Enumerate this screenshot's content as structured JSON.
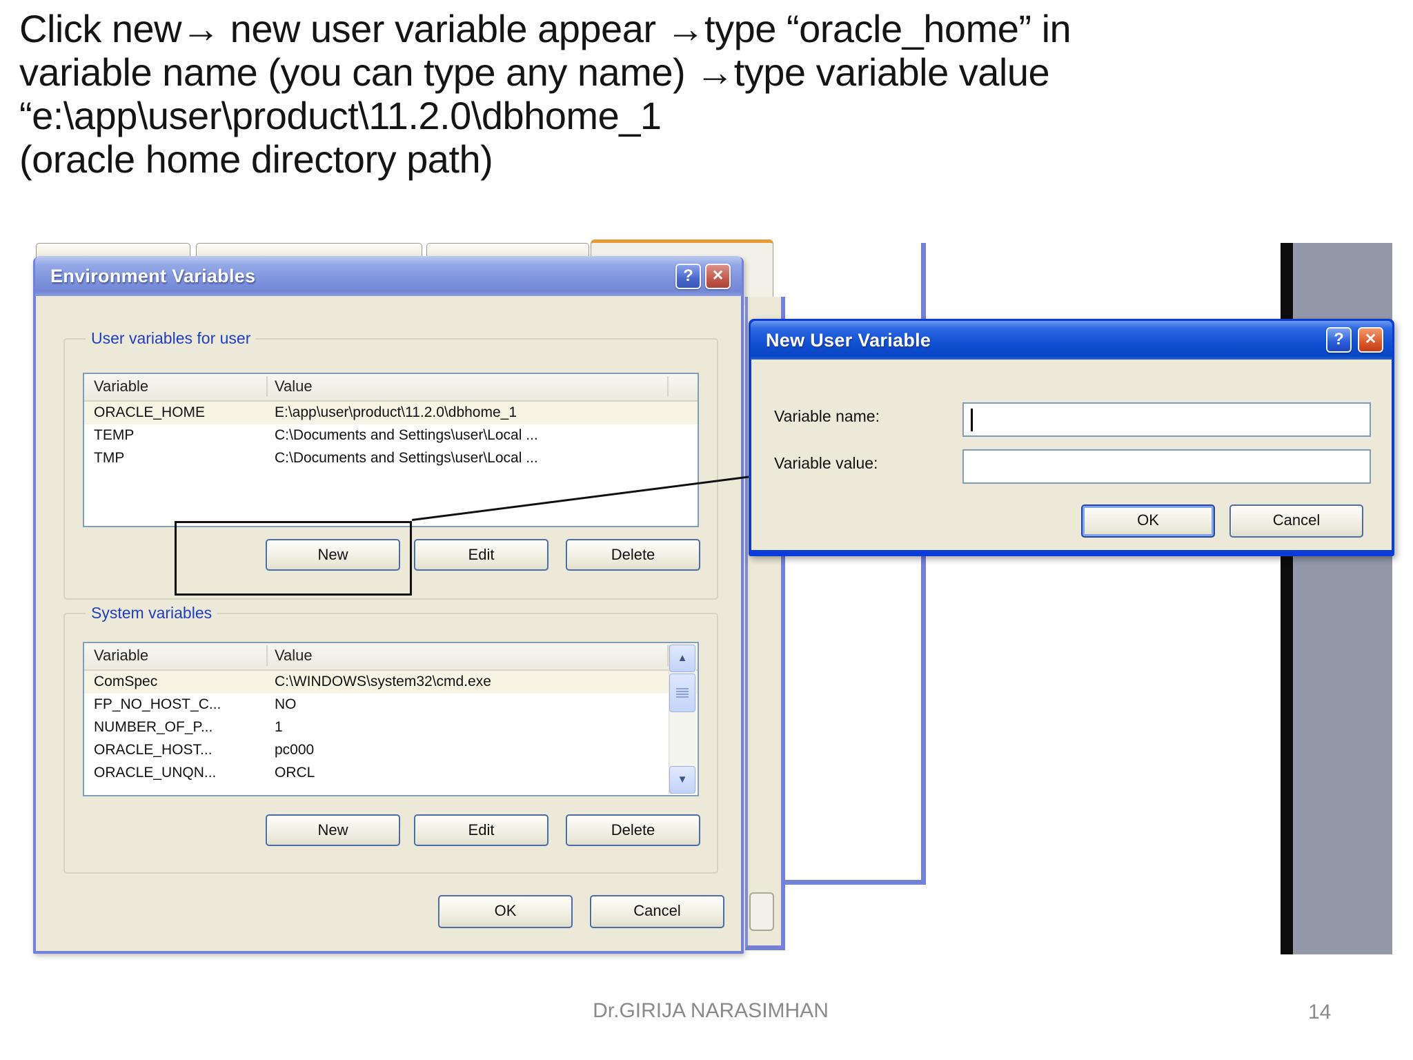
{
  "slide": {
    "title_lines": [
      "Click new→ new user variable appear →type “oracle_home” in",
      "variable name (you can type any name) →type variable value",
      "“e:\\app\\user\\product\\11.2.0\\dbhome_1",
      "(oracle home directory path)"
    ],
    "footer_author": "Dr.GIRIJA NARASIMHAN",
    "footer_page": "14"
  },
  "glyphs": {
    "help": "?",
    "close": "✕",
    "scroll_up": "▲",
    "scroll_down": "▼"
  },
  "env_dialog": {
    "title": "Environment Variables",
    "user_group": {
      "legend": "User variables for user",
      "columns": [
        "Variable",
        "Value"
      ],
      "rows": [
        {
          "name": "ORACLE_HOME",
          "value": "E:\\app\\user\\product\\11.2.0\\dbhome_1"
        },
        {
          "name": "TEMP",
          "value": "C:\\Documents and Settings\\user\\Local ..."
        },
        {
          "name": "TMP",
          "value": "C:\\Documents and Settings\\user\\Local ..."
        }
      ]
    },
    "system_group": {
      "legend": "System variables",
      "columns": [
        "Variable",
        "Value"
      ],
      "rows": [
        {
          "name": "ComSpec",
          "value": "C:\\WINDOWS\\system32\\cmd.exe"
        },
        {
          "name": "FP_NO_HOST_C...",
          "value": "NO"
        },
        {
          "name": "NUMBER_OF_P...",
          "value": "1"
        },
        {
          "name": "ORACLE_HOST...",
          "value": "pc000"
        },
        {
          "name": "ORACLE_UNQN...",
          "value": "ORCL"
        }
      ]
    },
    "buttons": {
      "new": "New",
      "edit": "Edit",
      "delete": "Delete",
      "ok": "OK",
      "cancel": "Cancel"
    }
  },
  "new_var_dialog": {
    "title": "New User Variable",
    "name_label": "Variable name:",
    "value_label": "Variable value:",
    "name_value": "",
    "value_value": "",
    "ok": "OK",
    "cancel": "Cancel"
  },
  "colors": {
    "active_titlebar": "#1150d2",
    "inactive_titlebar": "#8196de",
    "dialog_body": "#ece9d8",
    "window_border": "#7381d9",
    "new_dialog_border": "#0b3bd8",
    "tab_highlight_orange": "#e79a32",
    "desktop_gray": "#9399a9",
    "annotation_black": "#101010"
  }
}
